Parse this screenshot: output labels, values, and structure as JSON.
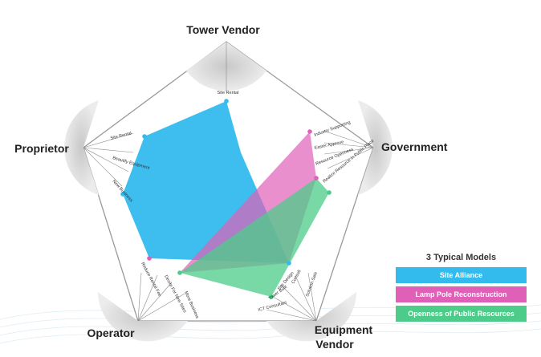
{
  "vertices": {
    "top": "Tower Vendor",
    "right": "Government",
    "bottom_right_line1": "Equipment",
    "bottom_right_line2": "Vendor",
    "bottom_left": "Operator",
    "left": "Proprietor"
  },
  "sub_labels": {
    "top": [
      "Site Rental"
    ],
    "right": [
      "Industry Supporting",
      "Easier Approve",
      "Resource Openness",
      "Realize Resource in Public Place"
    ],
    "bottom_right": [
      "Solution Sale",
      "Consult",
      "Site Design",
      "Tower Built",
      "ICT Consultant"
    ],
    "bottom_left": [
      "Reduce Rental Fee",
      "Desire For New Sites",
      "More Business"
    ],
    "left": [
      "Site Rental",
      "Beautify Equipment",
      "New Business"
    ]
  },
  "legend": {
    "title": "3 Typical Models",
    "items": [
      {
        "label": "Site Alliance",
        "color": "#33bbee"
      },
      {
        "label": "Lamp Pole Reconstruction",
        "color": "#e060b8"
      },
      {
        "label": "Openness of Public Resources",
        "color": "#4ccc88"
      }
    ]
  },
  "colors": {
    "pentagon_border": "#9a9a9a",
    "sector_fill": "#d9d9d9",
    "site_alliance": "#33bbee",
    "lamp_pole": "#e060b8",
    "public_resources": "#4ccc88"
  }
}
